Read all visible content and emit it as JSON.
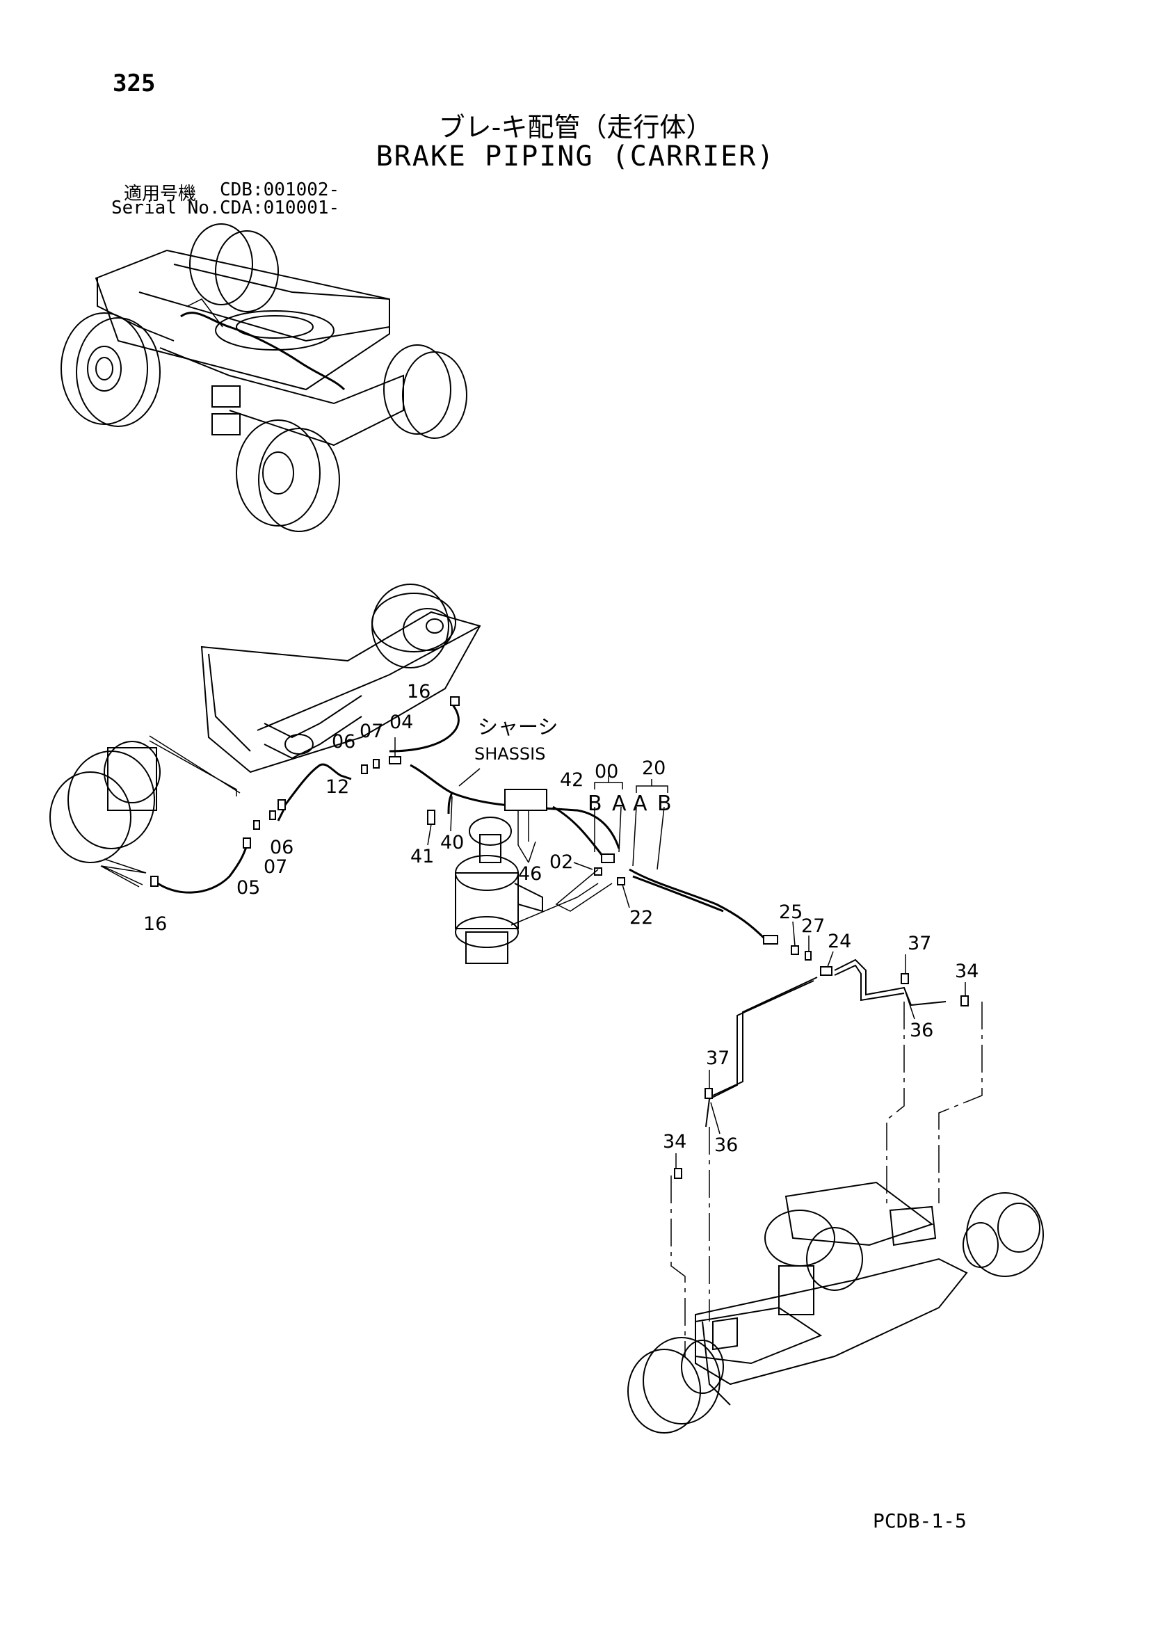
{
  "header": {
    "page_number": "325",
    "title_japanese": "ブレ-キ配管（走行体）",
    "title_english": "BRAKE PIPING (CARRIER)",
    "applicable_label": "適用号機",
    "applicable_value": "CDB:001002-",
    "serial_label": "Serial No.",
    "serial_value": "CDA:010001-"
  },
  "callouts": {
    "c16a": "16",
    "c16b": "16",
    "c06a": "06",
    "c06b": "06",
    "c07a": "07",
    "c07b": "07",
    "c04": "04",
    "c05": "05",
    "c12": "12",
    "c40": "40",
    "c41": "41",
    "c42": "42",
    "c46": "46",
    "c02": "02",
    "c00": "00",
    "c20": "20",
    "c22": "22",
    "c25": "25",
    "c27": "27",
    "c24": "24",
    "c37a": "37",
    "c37b": "37",
    "c34a": "34",
    "c34b": "34",
    "c36a": "36",
    "c36b": "36",
    "port_b1": "B",
    "port_a1": "A",
    "port_a2": "A",
    "port_b2": "B"
  },
  "annotations": {
    "chassis_jp": "シャーシ",
    "chassis_en": "SHASSIS"
  },
  "footer": {
    "code": "PCDB-1-5"
  }
}
